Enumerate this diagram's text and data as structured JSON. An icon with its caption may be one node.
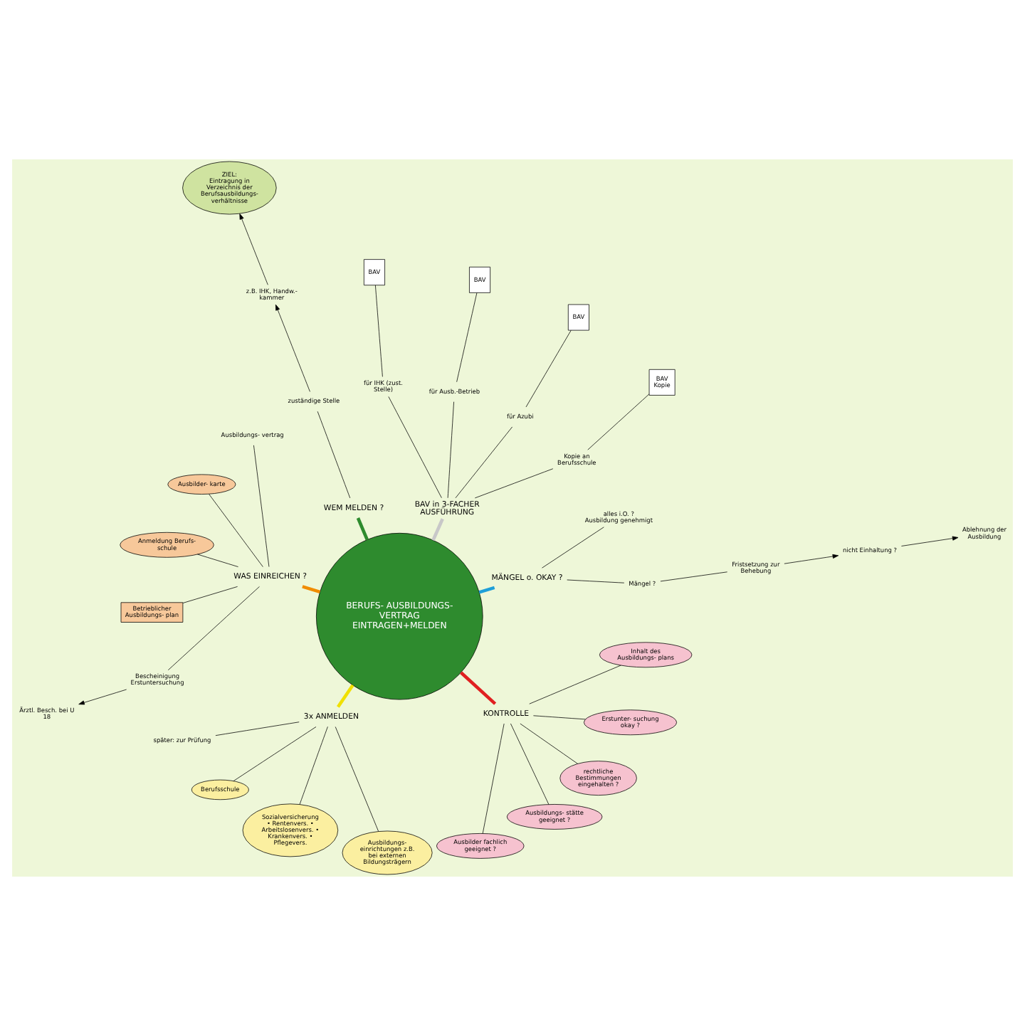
{
  "diagram": {
    "nodes": [
      {
        "text": [
          "BERUFS- AUSBILDUNGS- VERTRAG",
          "EINTRAGEN+MELDEN"
        ]
      },
      {
        "text": [
          "MÄNGEL o. OKAY ?"
        ]
      },
      {
        "text": [
          "Mängel ?"
        ]
      },
      {
        "text": [
          "Fristsetzung zur Behebung"
        ]
      },
      {
        "text": [
          "nicht Einhaltung ?"
        ]
      },
      {
        "text": [
          "Ablehnung der Ausbildung"
        ]
      },
      {
        "text": [
          "alles i.O. ?",
          "Ausbildung genehmigt"
        ]
      },
      {
        "text": [
          "BAV in 3-FACHER AUSFÜHRUNG"
        ]
      },
      {
        "text": [
          "Kopie an Berufsschule"
        ]
      },
      {
        "text": [
          "BAV",
          "Kopie"
        ]
      },
      {
        "text": [
          "für Azubi"
        ]
      },
      {
        "text": [
          "BAV"
        ]
      },
      {
        "text": [
          "für Ausb.-Betrieb"
        ]
      },
      {
        "text": [
          "BAV"
        ]
      },
      {
        "text": [
          "für IHK (zust. Stelle)"
        ]
      },
      {
        "text": [
          "BAV"
        ]
      },
      {
        "text": [
          "WEM MELDEN ?"
        ]
      },
      {
        "text": [
          "zuständige Stelle"
        ]
      },
      {
        "text": [
          "z.B. IHK, Handw.- kammer"
        ]
      },
      {
        "text": [
          "ZIEL:",
          "Eintragung in Verzeichnis der Berufsausbildungs- verhältnisse"
        ]
      },
      {
        "text": [
          "WAS EINREICHEN ?"
        ]
      },
      {
        "text": [
          "Ausbildungs- vertrag"
        ]
      },
      {
        "text": [
          "Ausbilder- karte"
        ]
      },
      {
        "text": [
          "Anmeldung Berufs- schule"
        ]
      },
      {
        "text": [
          "Betrieblicher Ausbildungs- plan"
        ]
      },
      {
        "text": [
          "Bescheinigung Erstuntersuchung"
        ]
      },
      {
        "text": [
          "Ärztl. Besch. bei U 18"
        ]
      },
      {
        "text": [
          "3x ANMELDEN"
        ]
      },
      {
        "text": [
          "später: zur Prüfung"
        ]
      },
      {
        "text": [
          "Berufsschule"
        ]
      },
      {
        "text": [
          "Sozialversicherung",
          "• Rentenvers. • Arbeitslosenvers. • Krankenvers. • Pflegevers."
        ]
      },
      {
        "text": [
          "Ausbildungs- einrichtungen z.B. bei externen Bildungsträgern"
        ]
      },
      {
        "text": [
          "KONTROLLE"
        ]
      },
      {
        "text": [
          "Ausbilder fachlich geeignet ?"
        ]
      },
      {
        "text": [
          "Ausbildungs- stätte geeignet ?"
        ]
      },
      {
        "text": [
          "rechtliche Bestimmungen eingehalten ?"
        ]
      },
      {
        "text": [
          "Erstunter- suchung okay ?"
        ]
      },
      {
        "text": [
          "Inhalt des Ausbildungs- plans"
        ]
      }
    ],
    "edges": [
      {
        "from": 0,
        "to": 1,
        "arrow": "none",
        "style": "thick",
        "color": "#1e9fd8"
      },
      {
        "from": 1,
        "to": 2,
        "arrow": "none"
      },
      {
        "from": 2,
        "to": 3,
        "arrow": "none"
      },
      {
        "from": 3,
        "to": 4,
        "arrow": "to"
      },
      {
        "from": 4,
        "to": 5,
        "arrow": "to"
      },
      {
        "from": 1,
        "to": 6,
        "arrow": "none"
      },
      {
        "from": 0,
        "to": 7,
        "arrow": "none",
        "style": "thick",
        "color": "#c8c8c8"
      },
      {
        "from": 7,
        "to": 8,
        "arrow": "none"
      },
      {
        "from": 8,
        "to": 9,
        "arrow": "none"
      },
      {
        "from": 7,
        "to": 10,
        "arrow": "none"
      },
      {
        "from": 10,
        "to": 11,
        "arrow": "none"
      },
      {
        "from": 7,
        "to": 12,
        "arrow": "none"
      },
      {
        "from": 12,
        "to": 13,
        "arrow": "none"
      },
      {
        "from": 7,
        "to": 14,
        "arrow": "none"
      },
      {
        "from": 14,
        "to": 15,
        "arrow": "none"
      },
      {
        "from": 0,
        "to": 16,
        "arrow": "none",
        "style": "thick",
        "color": "#2e8b2e"
      },
      {
        "from": 16,
        "to": 17,
        "arrow": "none"
      },
      {
        "from": 17,
        "to": 18,
        "arrow": "to"
      },
      {
        "from": 18,
        "to": 19,
        "arrow": "to"
      },
      {
        "from": 0,
        "to": 20,
        "arrow": "none",
        "style": "thick",
        "color": "#f08c00"
      },
      {
        "from": 20,
        "to": 21,
        "arrow": "none"
      },
      {
        "from": 20,
        "to": 22,
        "arrow": "none"
      },
      {
        "from": 20,
        "to": 23,
        "arrow": "none"
      },
      {
        "from": 20,
        "to": 24,
        "arrow": "none"
      },
      {
        "from": 20,
        "to": 25,
        "arrow": "none"
      },
      {
        "from": 25,
        "to": 26,
        "arrow": "to"
      },
      {
        "from": 0,
        "to": 27,
        "arrow": "none",
        "style": "thick",
        "color": "#f0e000"
      },
      {
        "from": 27,
        "to": 28,
        "arrow": "none"
      },
      {
        "from": 27,
        "to": 29,
        "arrow": "none"
      },
      {
        "from": 27,
        "to": 30,
        "arrow": "none"
      },
      {
        "from": 27,
        "to": 31,
        "arrow": "none"
      },
      {
        "from": 0,
        "to": 32,
        "arrow": "none",
        "style": "thick",
        "color": "#e02020"
      },
      {
        "from": 32,
        "to": 33,
        "arrow": "none"
      },
      {
        "from": 32,
        "to": 34,
        "arrow": "none"
      },
      {
        "from": 32,
        "to": 35,
        "arrow": "none"
      },
      {
        "from": 32,
        "to": 36,
        "arrow": "none"
      },
      {
        "from": 32,
        "to": 37,
        "arrow": "none"
      }
    ]
  }
}
